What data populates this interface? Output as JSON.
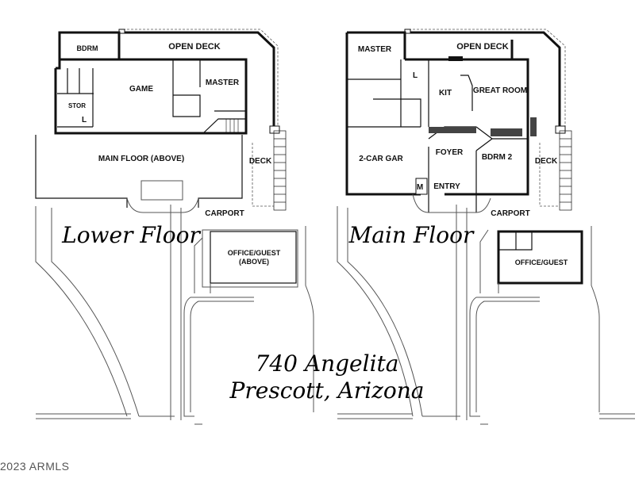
{
  "lower_floor": {
    "title": "Lower Floor",
    "rooms": {
      "bdrm": "BDRM",
      "open_deck": "OPEN DECK",
      "game": "GAME",
      "master": "MASTER",
      "stor": "STOR",
      "laundry": "L",
      "main_floor_above": "MAIN FLOOR (ABOVE)",
      "deck": "DECK",
      "carport": "CARPORT",
      "office_guest": "OFFICE/GUEST",
      "office_above": "(ABOVE)"
    }
  },
  "main_floor": {
    "title": "Main Floor",
    "rooms": {
      "master": "MASTER",
      "open_deck": "OPEN DECK",
      "laundry": "L",
      "kit": "KIT",
      "great_room": "GREAT ROOM",
      "foyer": "FOYER",
      "garage": "2-CAR GAR",
      "bdrm2": "BDRM 2",
      "deck": "DECK",
      "m": "M",
      "entry": "ENTRY",
      "carport": "CARPORT",
      "office_guest": "OFFICE/GUEST"
    }
  },
  "address": {
    "line1": "740 Angelita",
    "line2": "Prescott, Arizona"
  },
  "copyright": "2023 ARMLS"
}
